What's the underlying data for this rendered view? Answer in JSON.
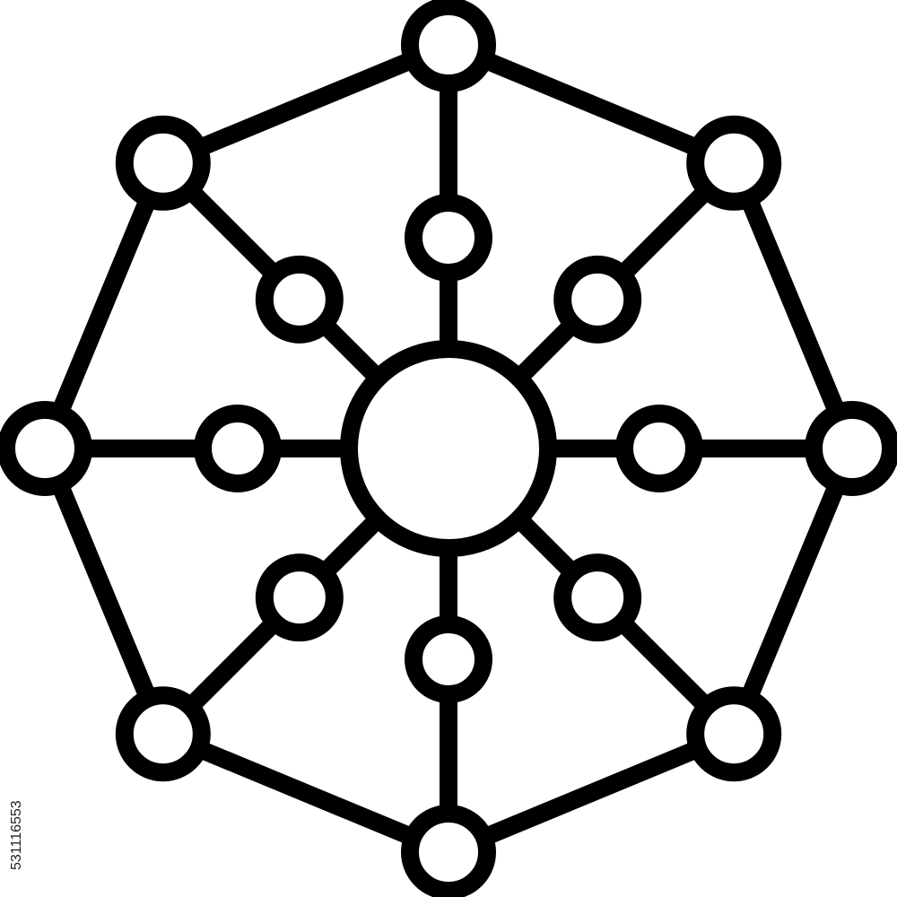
{
  "figure": {
    "kind": "network-hub-icon",
    "stroke_color": "#000000",
    "fill_color": "#ffffff",
    "spoke_count": 8,
    "perimeter_shape": "octagon",
    "mid_nodes_per_spoke": 1
  },
  "watermark": {
    "id_text": "531116553"
  }
}
